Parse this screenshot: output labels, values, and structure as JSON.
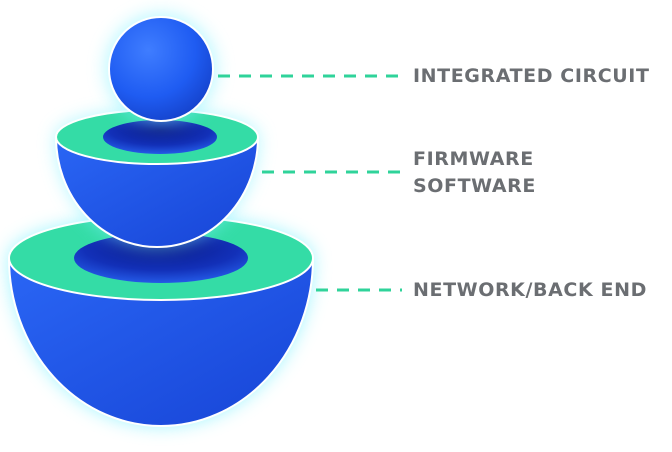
{
  "colors": {
    "blue": "#1f5cf2",
    "blue_dark": "#0b1f9e",
    "green": "#34dca6",
    "glow": "#7df2ff",
    "leader": "#2fd39a",
    "label_text": "#6b6e72"
  },
  "layers": [
    {
      "id": "integrated-circuit",
      "shape": "sphere",
      "lines": [
        "INTEGRATED CIRCUIT"
      ]
    },
    {
      "id": "firmware-software",
      "shape": "small-bowl",
      "lines": [
        "FIRMWARE",
        "SOFTWARE"
      ]
    },
    {
      "id": "network-back-end",
      "shape": "large-bowl",
      "lines": [
        "NETWORK/BACK END"
      ]
    }
  ]
}
